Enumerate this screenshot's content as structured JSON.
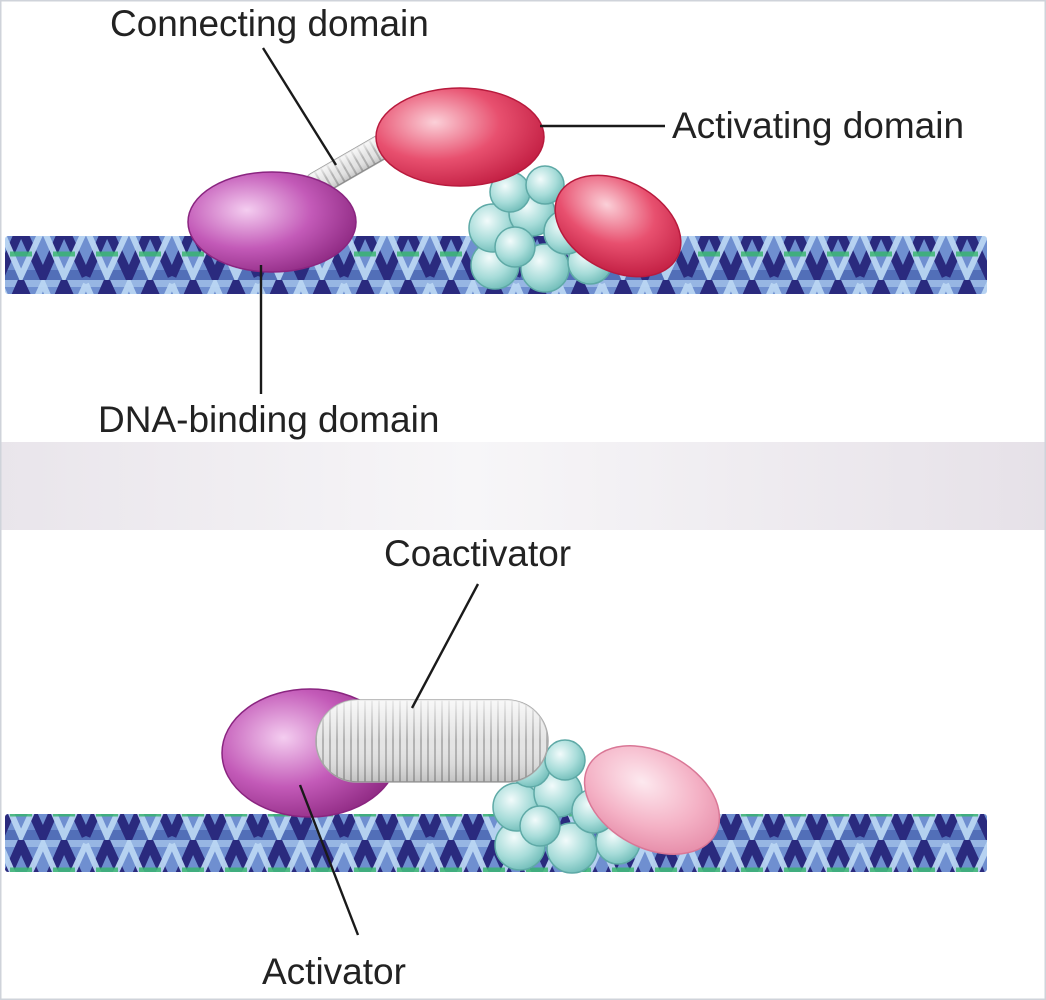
{
  "panels": [
    {
      "labels": {
        "connecting": "Connecting domain",
        "activating": "Activating domain",
        "dna_binding": "DNA-binding domain"
      }
    },
    {
      "labels": {
        "coactivator": "Coactivator",
        "activator": "Activator"
      }
    }
  ],
  "colors": {
    "dna_dark": "#2f2f86",
    "dna_mid": "#4f6fbe",
    "dna_light": "#9fc3ea",
    "dna_green": "#34b46a",
    "activator_magenta": "#b03d9f",
    "activating_red": "#e23c5d",
    "activating_pink": "#f2a9bf",
    "coactivator_cyan": "#9fd7d4",
    "linker_gray": "#cfcfcf",
    "band": "#ece8ee"
  }
}
